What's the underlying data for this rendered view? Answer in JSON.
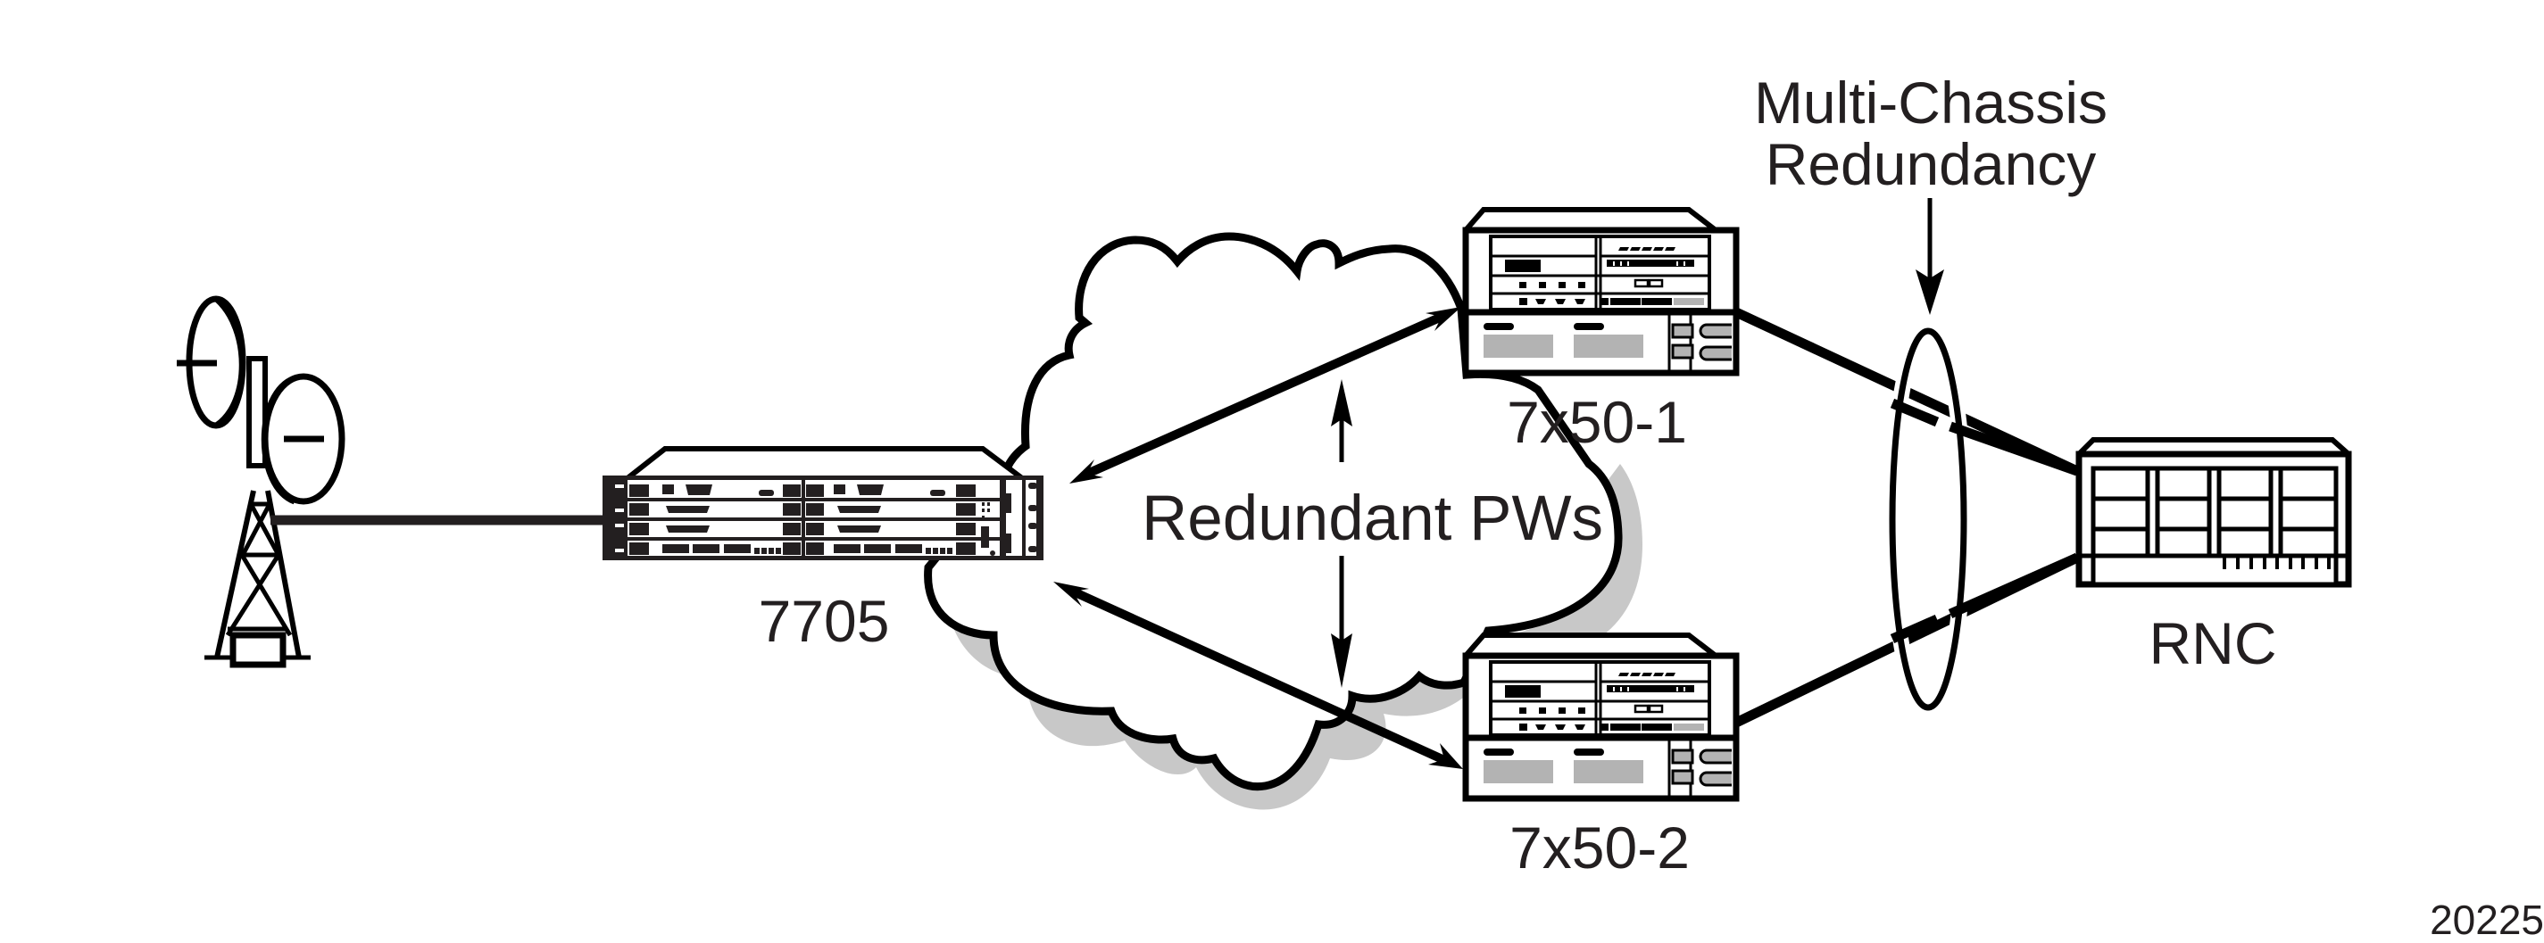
{
  "diagram": {
    "title": "Redundant pseudowires with multi-chassis redundancy",
    "nodes": {
      "tower": {
        "label": ""
      },
      "r7705": {
        "label": "7705"
      },
      "r7x50_1": {
        "label": "7x50-1"
      },
      "r7x50_2": {
        "label": "7x50-2"
      },
      "rnc": {
        "label": "RNC"
      }
    },
    "annotations": {
      "redundant_pws": "Redundant PWs",
      "mc_line1": "Multi-Chassis",
      "mc_line2": "Redundancy"
    },
    "figure_number": "20225",
    "colors": {
      "ink": "#000000",
      "shadow": "#c8c8c8",
      "panel_gray": "#b3b3b3",
      "text": "#231f20"
    }
  }
}
